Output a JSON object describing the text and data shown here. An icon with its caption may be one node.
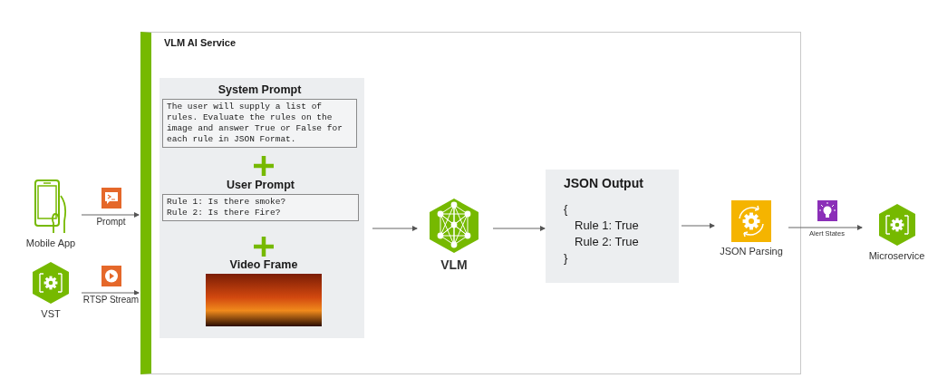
{
  "diagram": {
    "nodes": [
      {
        "text": [
          "Mobile App"
        ]
      },
      {
        "text": [
          "VST"
        ]
      },
      {
        "text": [
          "VLM AI Service"
        ]
      },
      {
        "text": [],
        "shape": "box",
        "in": 2
      },
      {
        "text": [
          "System Prompt",
          "The user will supply a list of rules. Evaluate the rules on the image and answer True or False for each rule in JSON Format."
        ],
        "in": 3
      },
      {
        "text": [
          "User Prompt",
          "Rule 1: Is there smoke?",
          "Rule 2: Is there Fire?"
        ],
        "in": 3
      },
      {
        "text": [
          "Video Frame"
        ],
        "in": 3
      },
      {
        "text": [
          "VLM"
        ],
        "in": 2
      },
      {
        "text": [
          "JSON Output",
          "{",
          "Rule 1: True",
          "Rule 2: True",
          "}"
        ],
        "in": 2
      },
      {
        "text": [
          "JSON Parsing"
        ],
        "in": 2
      },
      {
        "text": [
          "Microservice"
        ]
      }
    ],
    "edges": [
      {
        "from": 0,
        "to": 2,
        "arrow": "to",
        "label": "Prompt"
      },
      {
        "from": 1,
        "to": 2,
        "arrow": "to",
        "label": "RTSP Stream"
      },
      {
        "from": 3,
        "to": 7,
        "arrow": "to"
      },
      {
        "from": 7,
        "to": 8,
        "arrow": "to"
      },
      {
        "from": 8,
        "to": 9,
        "arrow": "to"
      },
      {
        "from": 9,
        "to": 10,
        "arrow": "to",
        "label": "Alert States"
      }
    ]
  }
}
